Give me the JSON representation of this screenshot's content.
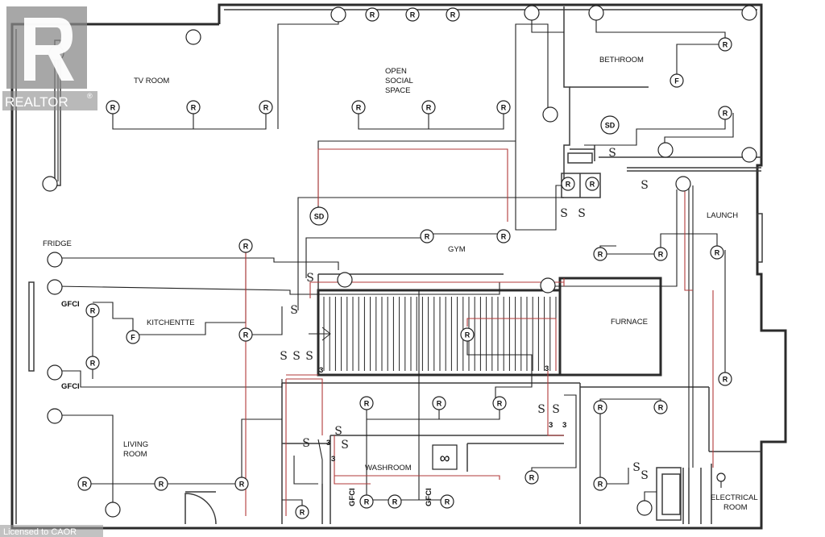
{
  "branding": {
    "logo_name": "REALTOR",
    "logo_mark": "®",
    "license_text": "Licensed to CAOR"
  },
  "rooms": [
    {
      "id": "tv-room",
      "label_lines": [
        "TV ROOM"
      ]
    },
    {
      "id": "open-social-space",
      "label_lines": [
        "OPEN",
        "SOCIAL",
        "SPACE"
      ]
    },
    {
      "id": "bethroom",
      "label_lines": [
        "BETHROOM"
      ]
    },
    {
      "id": "launch",
      "label_lines": [
        "LAUNCH"
      ]
    },
    {
      "id": "gym",
      "label_lines": [
        "GYM"
      ]
    },
    {
      "id": "kitchentte",
      "label_lines": [
        "KITCHENTTE"
      ]
    },
    {
      "id": "furnace",
      "label_lines": [
        "FURNACE"
      ]
    },
    {
      "id": "living-room",
      "label_lines": [
        "LIVING",
        "ROOM"
      ]
    },
    {
      "id": "washroom",
      "label_lines": [
        "WASHROOM"
      ]
    },
    {
      "id": "electrical-room",
      "label_lines": [
        "ELECTRICAL",
        "ROOM"
      ]
    }
  ],
  "annotations": {
    "fridge": "FRIDGE",
    "gfci": "GFCI",
    "circuit_3": "3",
    "switch_symbol": "S",
    "fan_symbol": "∞"
  },
  "fixture_codes": {
    "receptacle": "R",
    "fan": "F",
    "smoke_detector": "SD"
  }
}
